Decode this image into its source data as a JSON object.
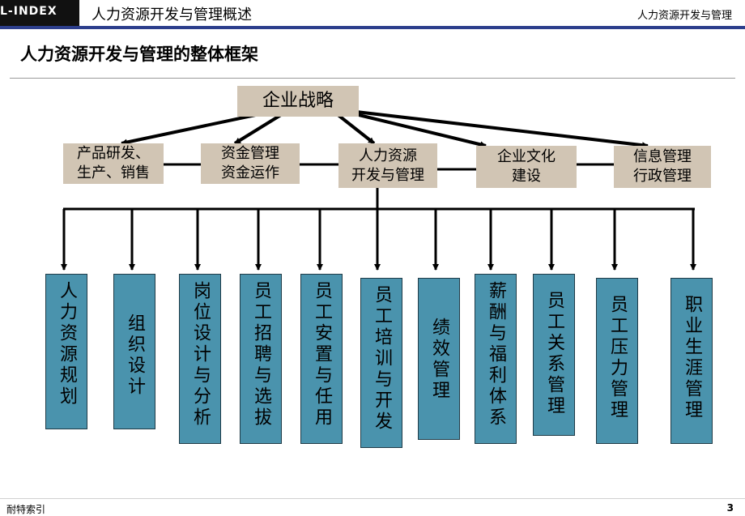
{
  "header": {
    "logo_text": "L-INDEX",
    "title": "人力资源开发与管理概述",
    "right_title": "人力资源开发与管理"
  },
  "page_title": "人力资源开发与管理的整体框架",
  "root": "企业战略",
  "level1": [
    [
      "产品研发、",
      "生产、销售"
    ],
    [
      "资金管理",
      "资金运作"
    ],
    [
      "人力资源",
      "开发与管理"
    ],
    [
      "企业文化",
      "建设"
    ],
    [
      "信息管理",
      "行政管理"
    ]
  ],
  "level2": [
    "人力资源规划",
    "组织设计",
    "岗位设计与分析",
    "员工招聘与选拔",
    "员工安置与任用",
    "员工培训与开发",
    "绩效管理",
    "薪酬与福利体系",
    "员工关系管理",
    "员工压力管理",
    "职业生涯管理"
  ],
  "footer": {
    "left": "耐特索引",
    "page_number": "3"
  },
  "colors": {
    "level1_fill": "#d1c5b4",
    "level2_fill": "#4a93ad",
    "header_rule": "#2c3e8c",
    "line": "#000000"
  }
}
